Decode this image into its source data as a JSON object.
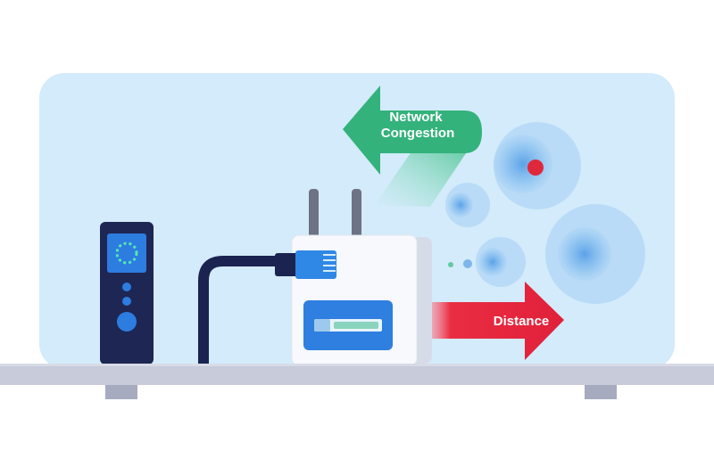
{
  "labels": {
    "congestion_line1": "Network",
    "congestion_line2": "Congestion",
    "distance": "Distance"
  },
  "colors": {
    "panel": "#d3ebfa",
    "shelf": "#c7cbda",
    "shelf_leg": "#a7abc0",
    "device": "#1e2653",
    "device_screen": "#2d7ce0",
    "device_ring": "#54e6b6",
    "router_body": "#f7f9fd",
    "router_side": "#d6dbe8",
    "router_display": "#2e7fe0",
    "antenna": "#6d7384",
    "cable": "#1b2350",
    "connector": "#2f88e6",
    "congestion_arrow": "#34b27c",
    "distance_arrow": "#e5283c",
    "signal_bubble": "#6fb1ea",
    "alert_dot": "#e0283c"
  },
  "icons": {
    "panel": "background-panel",
    "shelf": "shelf",
    "device": "remote-device-icon",
    "router": "router-icon",
    "cable": "ethernet-cable-icon",
    "congestion": "green-arrow-icon",
    "distance": "red-arrow-icon",
    "signal": "signal-bubbles-icon"
  }
}
